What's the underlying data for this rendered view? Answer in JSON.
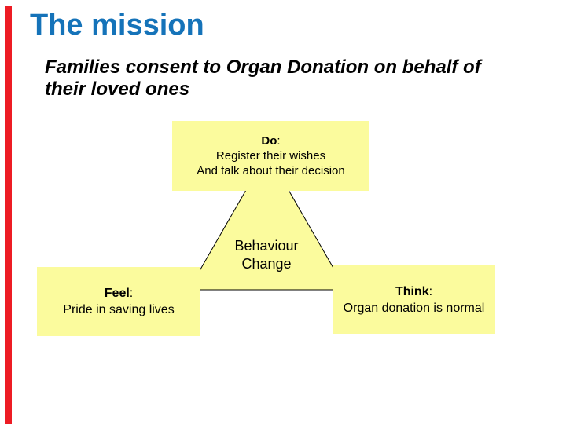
{
  "slide": {
    "title": "The mission",
    "subtitle_lines": [
      "Families consent to Organ Donation on behalf of",
      "their loved ones"
    ]
  },
  "diagram": {
    "do_box": {
      "heading": "Do",
      "colon": ":",
      "lines": [
        "Register their wishes",
        "And talk about their decision"
      ]
    },
    "center_label": {
      "lines": [
        "Behaviour",
        "Change"
      ]
    },
    "feel_box": {
      "heading": "Feel",
      "colon": ":",
      "lines": [
        "Pride in saving lives"
      ]
    },
    "think_box": {
      "heading": "Think",
      "colon": ":",
      "lines": [
        "Organ donation is normal"
      ]
    }
  },
  "colors": {
    "title_blue": "#1573B9",
    "box_yellow": "#FBFB9D",
    "accent_red": "#ED1C24",
    "line_black": "#000000"
  }
}
